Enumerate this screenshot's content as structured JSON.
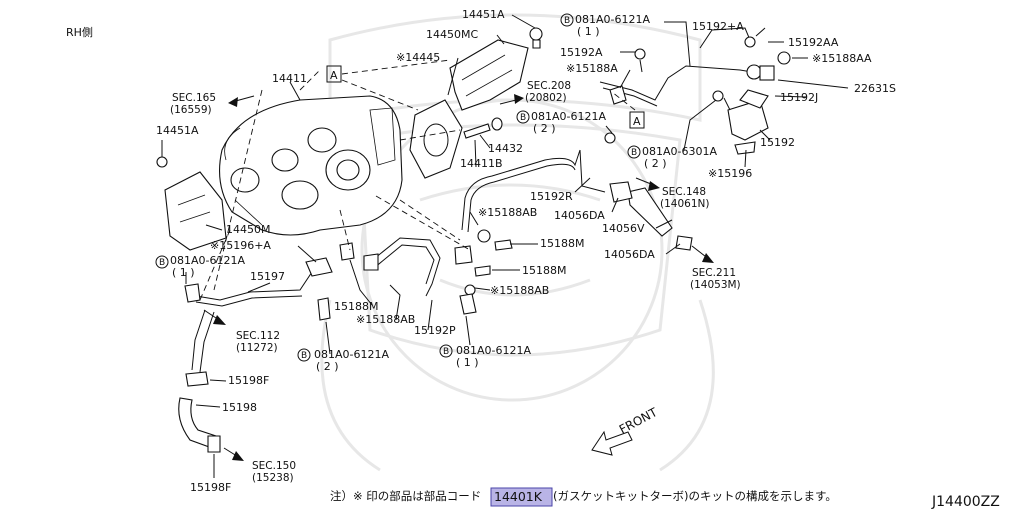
{
  "header": {
    "side_label": "RH側"
  },
  "figure_code": "J14400ZZ",
  "footer": {
    "note_prefix": "注）※ 印の部品は部品コード",
    "note_code": "14401K",
    "note_suffix": "(ガスケットキットターボ)のキットの構成を示します。"
  },
  "box_label": "A",
  "front_label": "FRONT",
  "parts": {
    "p14451A_top": "14451A",
    "p14450MC": "14450MC",
    "p14445": "※14445",
    "p14411": "14411",
    "p14451A_left": "14451A",
    "p14450M": "14450M",
    "p15196A": "※15196+A",
    "p081A0_6121A_a": "081A0-6121A",
    "p081A0_6121A_a_qty": "( 1 )",
    "p15197": "15197",
    "p14432": "14432",
    "p14411B": "14411B",
    "p081A0_6121A_b": "081A0-6121A",
    "p081A0_6121A_b_qty": "( 2 )",
    "p081A0_6121A_c": "081A0-6121A",
    "p081A0_6121A_c_qty": "( 1 )",
    "p15192A_plus": "15192+A",
    "p15192AA": "15192AA",
    "p15192A": "15192A",
    "p15188A": "※15188A",
    "p15188AA": "※15188AA",
    "p22631S": "22631S",
    "p15192J": "15192J",
    "p081A0_6301A": "081A0-6301A",
    "p081A0_6301A_qty": "( 2 )",
    "p15192": "15192",
    "p15196": "※15196",
    "p15192R": "15192R",
    "p15188AB_a": "※15188AB",
    "p14056DA_a": "14056DA",
    "p14056V": "14056V",
    "p14056DA_b": "14056DA",
    "p15188M_a": "15188M",
    "p15188M_b": "15188M",
    "p15188AB_b": "※15188AB",
    "p15188M_c": "15188M",
    "p15188AB_c": "※15188AB",
    "p15192P": "15192P",
    "p081A0_6121A_d": "081A0-6121A",
    "p081A0_6121A_d_qty": "( 2 )",
    "p081A0_6121A_e": "081A0-6121A",
    "p081A0_6121A_e_qty": "( 1 )",
    "p15198F_a": "15198F",
    "p15198": "15198",
    "p15198F_b": "15198F"
  },
  "sections": {
    "sec165": "SEC.165",
    "sec165_code": "(16559)",
    "sec208": "SEC.208",
    "sec208_code": "(20802)",
    "sec148": "SEC.148",
    "sec148_code": "(14061N)",
    "sec211": "SEC.211",
    "sec211_code": "(14053M)",
    "sec112": "SEC.112",
    "sec112_code": "(11272)",
    "sec150": "SEC.150",
    "sec150_code": "(15238)"
  },
  "bolt_marker": "B"
}
